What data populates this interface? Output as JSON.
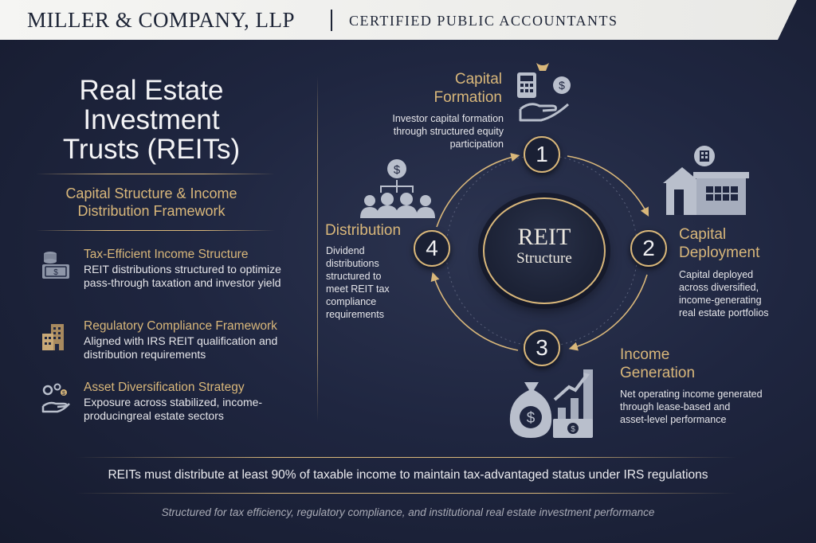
{
  "header": {
    "firm_name": "MILLER & COMPANY, LLP",
    "tagline": "CERTIFIED PUBLIC ACCOUNTANTS"
  },
  "left": {
    "title_lines": [
      "Real Estate",
      "Investment",
      "Trusts (REITs)"
    ],
    "subtitle_lines": [
      "Capital Structure & Income",
      "Distribution Framework"
    ],
    "features": [
      {
        "title": "Tax-Efficient Income Structure",
        "desc": "REIT distributions structured to optimize pass-through taxation and investor yield",
        "icon": "coins-cash-icon"
      },
      {
        "title": "Regulatory Compliance Framework",
        "desc": "Aligned with IRS REIT qualification and distribution requirements",
        "icon": "buildings-icon"
      },
      {
        "title": "Asset Diversification Strategy",
        "desc": "Exposure across stabilized, income-producingreal estate sectors",
        "icon": "hand-gears-icon"
      }
    ]
  },
  "cycle": {
    "center_line1": "REIT",
    "center_line2": "Structure",
    "steps": [
      {
        "number": "1",
        "title_lines": [
          "Capital",
          "Formation"
        ],
        "desc_lines": [
          "Investor capital formation",
          "through structured equity",
          "participation"
        ],
        "icon": "calculator-hand-money-icon"
      },
      {
        "number": "2",
        "title_lines": [
          "Capital",
          "Deployment"
        ],
        "desc_lines": [
          "Capital deployed",
          "across diversified,",
          "income-generating",
          "real estate portfolios"
        ],
        "icon": "house-icon"
      },
      {
        "number": "3",
        "title_lines": [
          "Income",
          "Generation"
        ],
        "desc_lines": [
          "Net operating income generated",
          "through lease-based and",
          "asset-level performance"
        ],
        "icon": "money-bag-growth-chart-icon"
      },
      {
        "number": "4",
        "title_lines": [
          "Distribution"
        ],
        "desc_lines": [
          "Dividend",
          "distributions",
          "structured to",
          "meet REIT tax",
          "compliance",
          "requirements"
        ],
        "icon": "investor-group-icon"
      }
    ]
  },
  "footer": {
    "note": "REITs must distribute at least 90% of taxable income to maintain tax-advantaged status under IRS regulations",
    "tagline": "Structured for tax efficiency, regulatory compliance, and institutional real estate investment performance"
  },
  "colors": {
    "accent_gold": "#d9b77a",
    "navy": "#1f2640",
    "banner": "#f2f2f0"
  }
}
